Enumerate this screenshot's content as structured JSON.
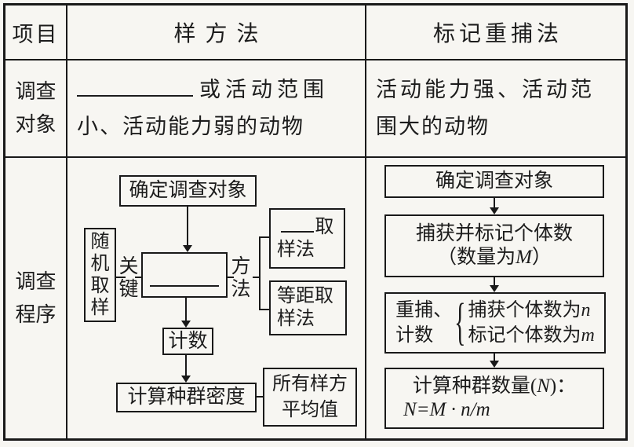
{
  "colors": {
    "ink": "#1c1c1c",
    "paper": "#f7f6f2",
    "border": "#191919"
  },
  "header": {
    "col_item": "项目",
    "col_quadrat": "样方法",
    "col_mark": "标记重捕法"
  },
  "subject_row": {
    "label_l1": "调查",
    "label_l2": "对象",
    "quadrat_l1_text": "或活动范围",
    "quadrat_l2": "小、活动能力弱的动物",
    "mark_l1": "活动能力强、活动范",
    "mark_l2": "围大的动物"
  },
  "procedure_row": {
    "label_l1": "调查",
    "label_l2": "程序",
    "q": {
      "step1": "确定调查对象",
      "random": "随机取样",
      "key": "关键",
      "method": "方法",
      "opt1_suffix": "取",
      "opt1_l2": "样法",
      "opt2_l1": "等距取",
      "opt2_l2": "样法",
      "count": "计数",
      "density": "计算种群密度",
      "note_l1": "所有样方",
      "note_l2": "平均值"
    },
    "m": {
      "step1": "确定调查对象",
      "step2_l1": "捕获并标记个体数",
      "step2_l2_pre": "（数量为",
      "step2_var": "M",
      "step2_l2_post": "）",
      "recap_l1": "重捕、",
      "recap_l2": "计数",
      "brace": "{",
      "cap_pre": "捕获个体数为",
      "cap_var": "n",
      "mark_pre": "标记个体数为",
      "mark_var": "m",
      "calc_pre": "计算种群数量(",
      "calc_var": "N",
      "calc_post": ")：",
      "formula": "N=M · n/m"
    }
  }
}
